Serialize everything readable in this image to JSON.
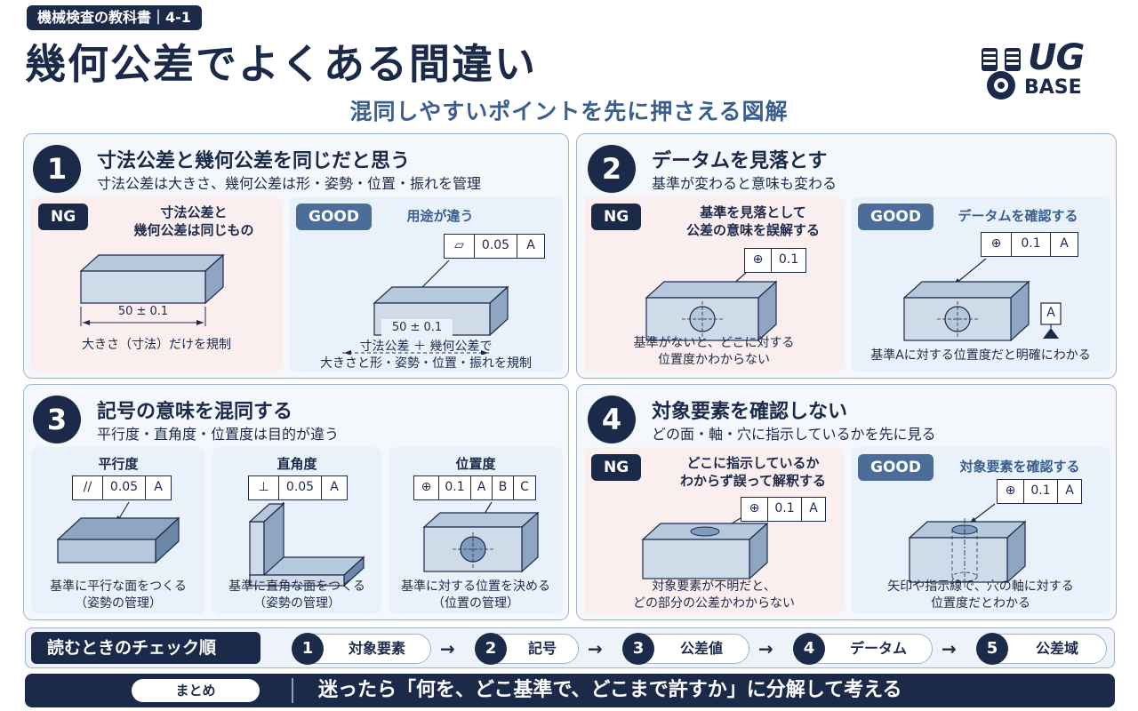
{
  "header": {
    "tag": "機械検査の教科書｜4-1",
    "title": "幾何公差でよくある間違い",
    "subtitle": "混同しやすいポイントを先に押さえる図解",
    "logo_top": "UG",
    "logo_bottom": "BASE"
  },
  "panels": [
    {
      "num": "1",
      "title": "寸法公差と幾何公差を同じだと思う",
      "sub": "寸法公差は大きさ、幾何公差は形・姿勢・位置・振れを管理",
      "ng": {
        "badge": "NG",
        "label1": "寸法公差と",
        "label2": "幾何公差は同じもの",
        "dim": "50 ± 0.1",
        "cap1": "大きさ（寸法）だけを規制",
        "cap2": ""
      },
      "good": {
        "badge": "GOOD",
        "label1": "用途が違う",
        "fcf": [
          "▱",
          "0.05",
          "A"
        ],
        "dim": "50 ± 0.1",
        "cap1": "寸法公差 ＋ 幾何公差で",
        "cap2": "大きさと形・姿勢・位置・振れを規制"
      }
    },
    {
      "num": "2",
      "title": "データムを見落とす",
      "sub": "基準が変わると意味も変わる",
      "ng": {
        "badge": "NG",
        "label1": "基準を見落として",
        "label2": "公差の意味を誤解する",
        "fcf": [
          "⊕",
          "0.1"
        ],
        "cap1": "基準がないと、どこに対する",
        "cap2": "位置度かわからない"
      },
      "good": {
        "badge": "GOOD",
        "label1": "データムを確認する",
        "fcf": [
          "⊕",
          "0.1",
          "A"
        ],
        "datum": "A",
        "cap1": "基準Aに対する位置度だと明確にわかる"
      }
    },
    {
      "num": "3",
      "title": "記号の意味を混同する",
      "sub": "平行度・直角度・位置度は目的が違う",
      "items": [
        {
          "title": "平行度",
          "fcf": [
            "//",
            "0.05",
            "A"
          ],
          "cap1": "基準に平行な面をつくる",
          "cap2": "（姿勢の管理）"
        },
        {
          "title": "直角度",
          "fcf": [
            "⊥",
            "0.05",
            "A"
          ],
          "cap1": "基準に直角な面をつくる",
          "cap2": "（姿勢の管理）"
        },
        {
          "title": "位置度",
          "fcf": [
            "⊕",
            "0.1",
            "A",
            "B",
            "C"
          ],
          "cap1": "基準に対する位置を決める",
          "cap2": "（位置の管理）"
        }
      ]
    },
    {
      "num": "4",
      "title": "対象要素を確認しない",
      "sub": "どの面・軸・穴に指示しているかを先に見る",
      "ng": {
        "badge": "NG",
        "label1": "どこに指示しているか",
        "label2": "わからず誤って解釈する",
        "fcf": [
          "⊕",
          "0.1",
          "A"
        ],
        "cap1": "対象要素が不明だと、",
        "cap2": "どの部分の公差かわからない"
      },
      "good": {
        "badge": "GOOD",
        "label1": "対象要素を確認する",
        "fcf": [
          "⊕",
          "0.1",
          "A"
        ],
        "cap1": "矢印や指示線で、穴の軸に対する",
        "cap2": "位置度だとわかる"
      }
    }
  ],
  "checklist": {
    "title": "読むときのチェック順",
    "steps": [
      {
        "num": "1",
        "label": "対象要素"
      },
      {
        "num": "2",
        "label": "記号"
      },
      {
        "num": "3",
        "label": "公差値"
      },
      {
        "num": "4",
        "label": "データム"
      },
      {
        "num": "5",
        "label": "公差域"
      }
    ],
    "arrow": "→"
  },
  "summary": {
    "pill": "まとめ",
    "text": "迷ったら「何を、どこ基準で、どこまで許すか」に分解して考える"
  },
  "colors": {
    "navy": "#1c2a4a",
    "accent": "#3a5f8e",
    "ng_bg": "#fbeeee",
    "good_bg": "#e9f2fa"
  }
}
